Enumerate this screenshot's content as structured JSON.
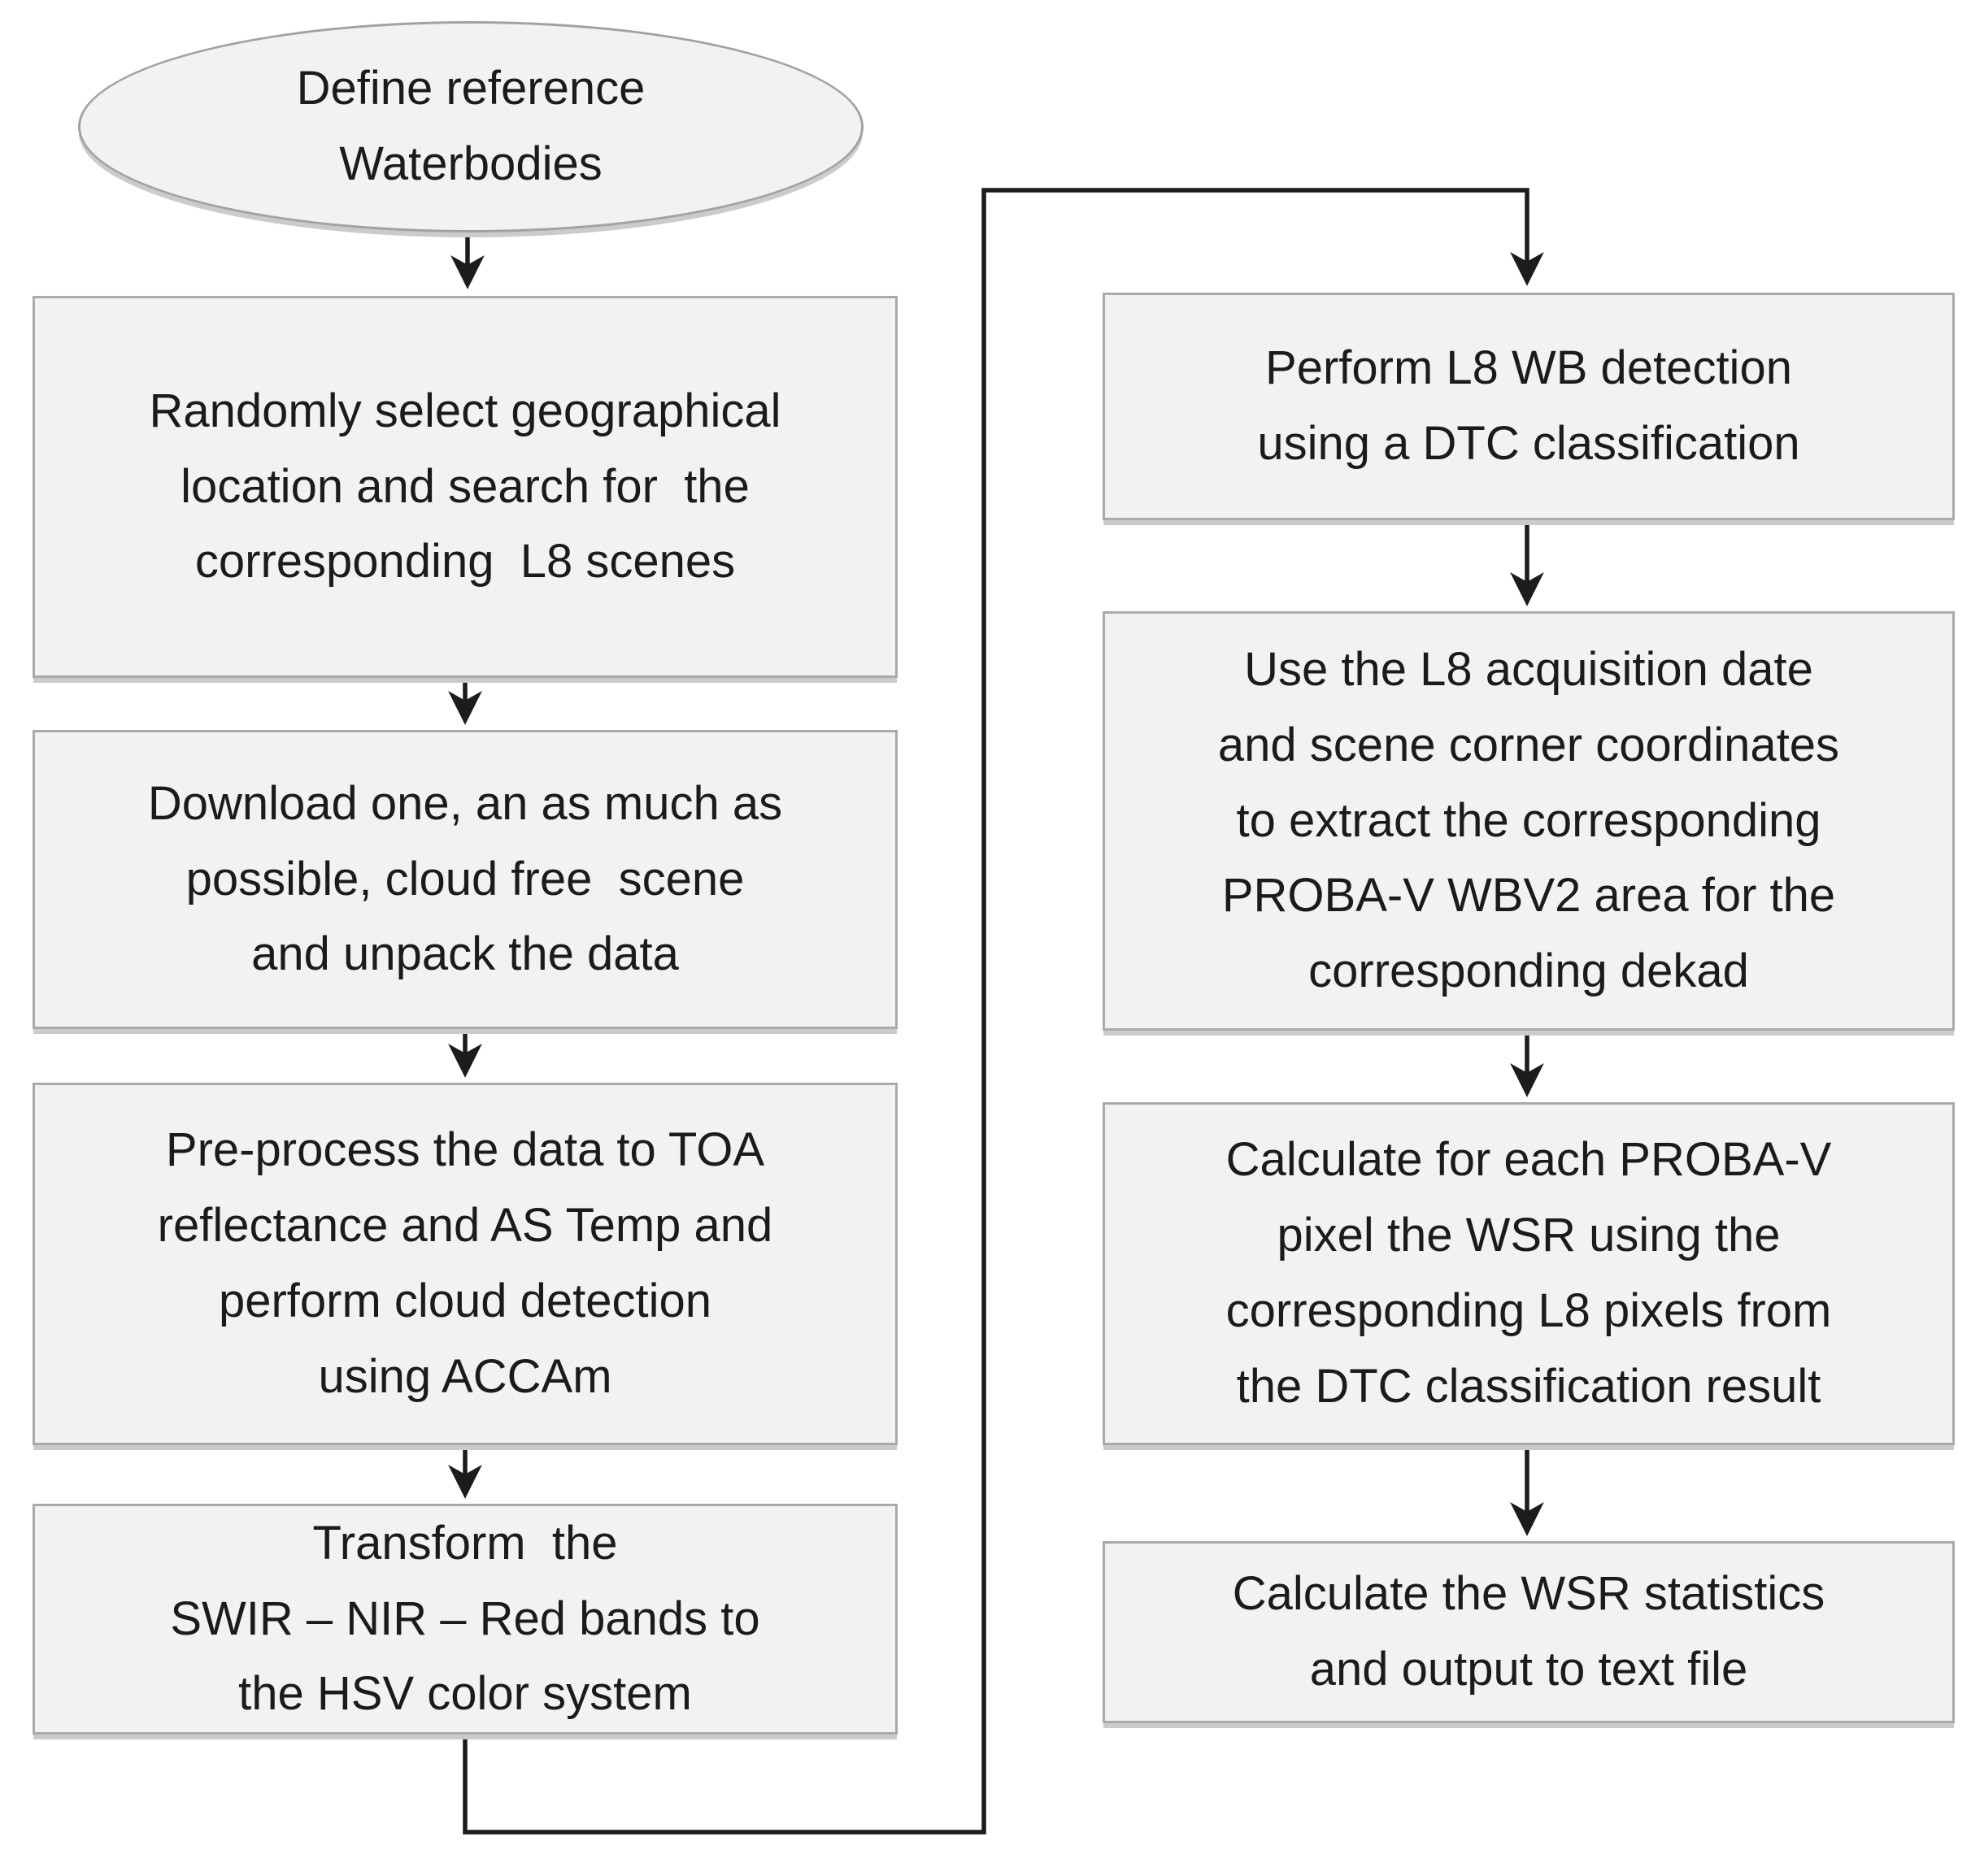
{
  "diagram": {
    "type": "flowchart",
    "description": "Two-column workflow for waterbody detection validation using Landsat 8 (L8) and PROBA-V data",
    "colors": {
      "canvas-bg": "#ffffff",
      "node-fill": "#f2f2f0",
      "node-border": "#aaaaaa",
      "node-shadow": "#cbcbcb",
      "arrow": "#1c1c1c",
      "text": "#1b1b1b"
    }
  },
  "nodes": {
    "start": {
      "shape": "ellipse",
      "lines": [
        "Define reference",
        "Waterbodies"
      ]
    },
    "l1": {
      "shape": "process",
      "lines": [
        "Randomly select geographical",
        "location and search for  the",
        "corresponding  L8 scenes"
      ]
    },
    "l2": {
      "shape": "process",
      "lines": [
        "Download one, an as much as",
        "possible, cloud free  scene",
        "and unpack the data"
      ]
    },
    "l3": {
      "shape": "process",
      "lines": [
        "Pre-process the data to TOA",
        "reflectance and AS Temp and",
        "perform cloud detection",
        "using ACCAm"
      ]
    },
    "l4": {
      "shape": "process",
      "lines": [
        "Transform  the",
        "SWIR – NIR – Red bands to",
        "the HSV color system"
      ]
    },
    "r1": {
      "shape": "process",
      "lines": [
        "Perform L8 WB detection",
        "using a DTC classification"
      ]
    },
    "r2": {
      "shape": "process",
      "lines": [
        "Use the L8 acquisition date",
        "and scene corner coordinates",
        "to extract the corresponding",
        "PROBA-V WBV2 area for the",
        "corresponding dekad"
      ]
    },
    "r3": {
      "shape": "process",
      "lines": [
        "Calculate for each PROBA-V",
        "pixel the WSR using the",
        "corresponding L8 pixels from",
        "the DTC classification result"
      ]
    },
    "r4": {
      "shape": "process",
      "lines": [
        "Calculate the WSR statistics",
        "and output to text file"
      ]
    }
  },
  "edges": [
    {
      "from": "start",
      "to": "l1"
    },
    {
      "from": "l1",
      "to": "l2"
    },
    {
      "from": "l2",
      "to": "l3"
    },
    {
      "from": "l3",
      "to": "l4"
    },
    {
      "from": "l4",
      "to": "r1"
    },
    {
      "from": "r1",
      "to": "r2"
    },
    {
      "from": "r2",
      "to": "r3"
    },
    {
      "from": "r3",
      "to": "r4"
    }
  ]
}
